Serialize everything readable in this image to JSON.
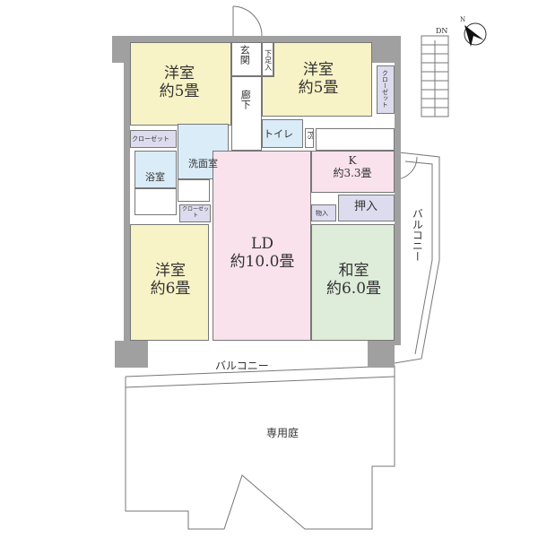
{
  "rooms": {
    "western_nw": {
      "name": "洋室",
      "area": "約5畳"
    },
    "western_ne": {
      "name": "洋室",
      "area": "約5畳"
    },
    "western_sw": {
      "name": "洋室",
      "area": "約6畳"
    },
    "entrance": "玄関",
    "shoe_storage": "下足入",
    "hallway": "廊下",
    "closet_left": "クローゼット",
    "closet_right": "クローゼット",
    "closet_small": "クローゼット",
    "washroom": "洗面室",
    "bathroom": "浴室",
    "toilet": "トイレ",
    "ps": "PS",
    "kitchen": {
      "name": "K",
      "area": "約3.3畳"
    },
    "oshiire": "押入",
    "storage": "物入",
    "ld": {
      "name": "LD",
      "area": "約10.0畳"
    },
    "japanese": {
      "name": "和室",
      "area": "約6.0畳"
    },
    "balcony_south": "バルコニー",
    "balcony_east": "バルコニー",
    "garden": "専用庭"
  },
  "stairs_label": "DN",
  "compass": "N",
  "colors": {
    "western": "#f8f3c6",
    "ld": "#f9e2ec",
    "wet": "#d9ecf7",
    "japanese": "#deecda",
    "storage": "#dddbee",
    "wall": "#a0a0a0"
  }
}
